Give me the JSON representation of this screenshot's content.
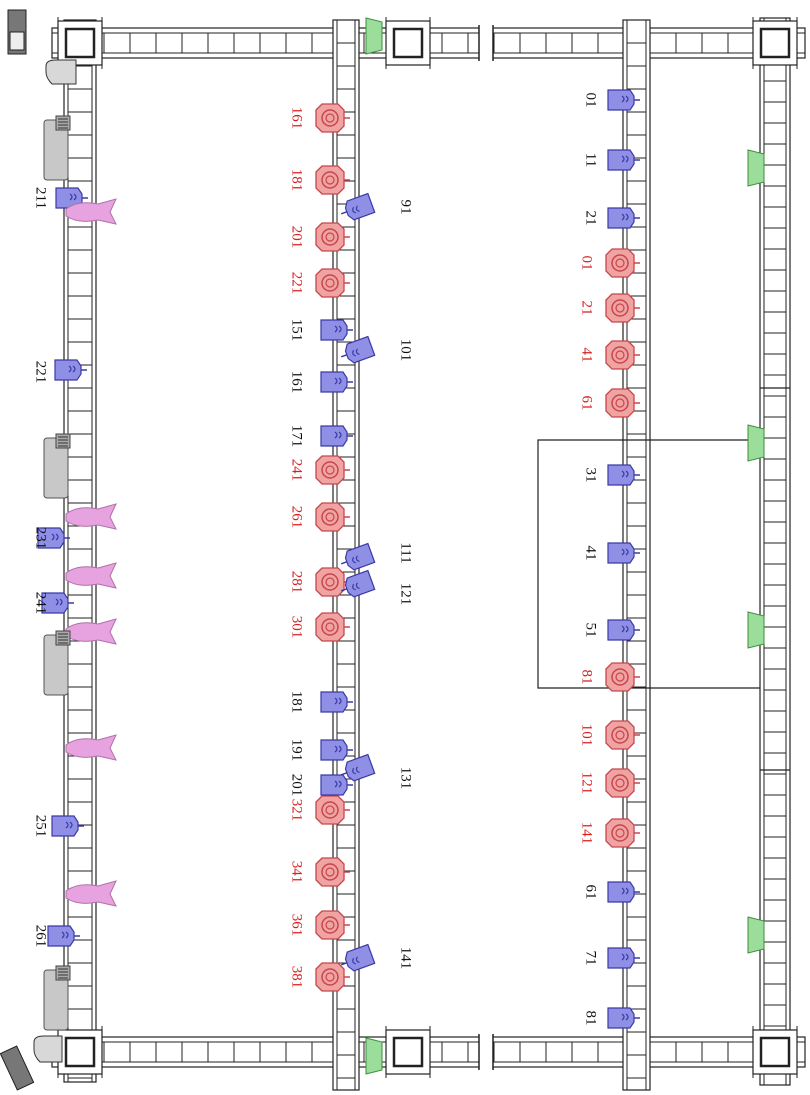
{
  "colors": {
    "line": "#222222",
    "blue_fill": "#8f8fe6",
    "blue_stroke": "#3a3aa6",
    "red_fill": "#f0a3a3",
    "red_stroke": "#c8464a",
    "pink_fill": "#e6a3df",
    "green_fill": "#9bde9b",
    "gray_fill": "#c8c8c8",
    "label_black": "#111111",
    "label_red": "#d62020"
  },
  "conveyors": [
    {
      "id": "left-vertical-conveyor",
      "orientation": "vertical"
    },
    {
      "id": "mid-left-vertical-conveyor",
      "orientation": "vertical"
    },
    {
      "id": "mid-right-vertical-conveyor",
      "orientation": "vertical"
    },
    {
      "id": "right-vertical-conveyor",
      "orientation": "vertical"
    },
    {
      "id": "top-horizontal-conveyor",
      "orientation": "horizontal"
    },
    {
      "id": "bottom-horizontal-conveyor",
      "orientation": "horizontal"
    }
  ],
  "machines": {
    "left_blue": [
      {
        "label": "211"
      },
      {
        "label": "221"
      },
      {
        "label": "231"
      },
      {
        "label": "241"
      },
      {
        "label": "251"
      },
      {
        "label": "261"
      }
    ],
    "mid_left_blue": [
      {
        "label": "151"
      },
      {
        "label": "161"
      },
      {
        "label": "171"
      },
      {
        "label": "181"
      },
      {
        "label": "191"
      },
      {
        "label": "201"
      }
    ],
    "mid_left_red": [
      {
        "label": "161"
      },
      {
        "label": "181"
      },
      {
        "label": "201"
      },
      {
        "label": "221"
      },
      {
        "label": "241"
      },
      {
        "label": "261"
      },
      {
        "label": "281"
      },
      {
        "label": "301"
      },
      {
        "label": "321"
      },
      {
        "label": "341"
      },
      {
        "label": "361"
      },
      {
        "label": "381"
      }
    ],
    "mid_tilted_blue": [
      {
        "label": "91"
      },
      {
        "label": "101"
      },
      {
        "label": "111"
      },
      {
        "label": "121"
      },
      {
        "label": "131"
      },
      {
        "label": "141"
      }
    ],
    "mid_right_blue": [
      {
        "label": "01"
      },
      {
        "label": "11"
      },
      {
        "label": "21"
      },
      {
        "label": "31"
      },
      {
        "label": "41"
      },
      {
        "label": "51"
      },
      {
        "label": "61"
      },
      {
        "label": "71"
      },
      {
        "label": "81"
      }
    ],
    "mid_right_red": [
      {
        "label": "01"
      },
      {
        "label": "21"
      },
      {
        "label": "41"
      },
      {
        "label": "61"
      },
      {
        "label": "81"
      },
      {
        "label": "101"
      },
      {
        "label": "121"
      },
      {
        "label": "141"
      }
    ],
    "pink_shapes": [
      {},
      {},
      {},
      {},
      {},
      {}
    ],
    "gray_units": [
      {},
      {},
      {},
      {}
    ],
    "green_stations": [
      {},
      {},
      {},
      {}
    ]
  }
}
